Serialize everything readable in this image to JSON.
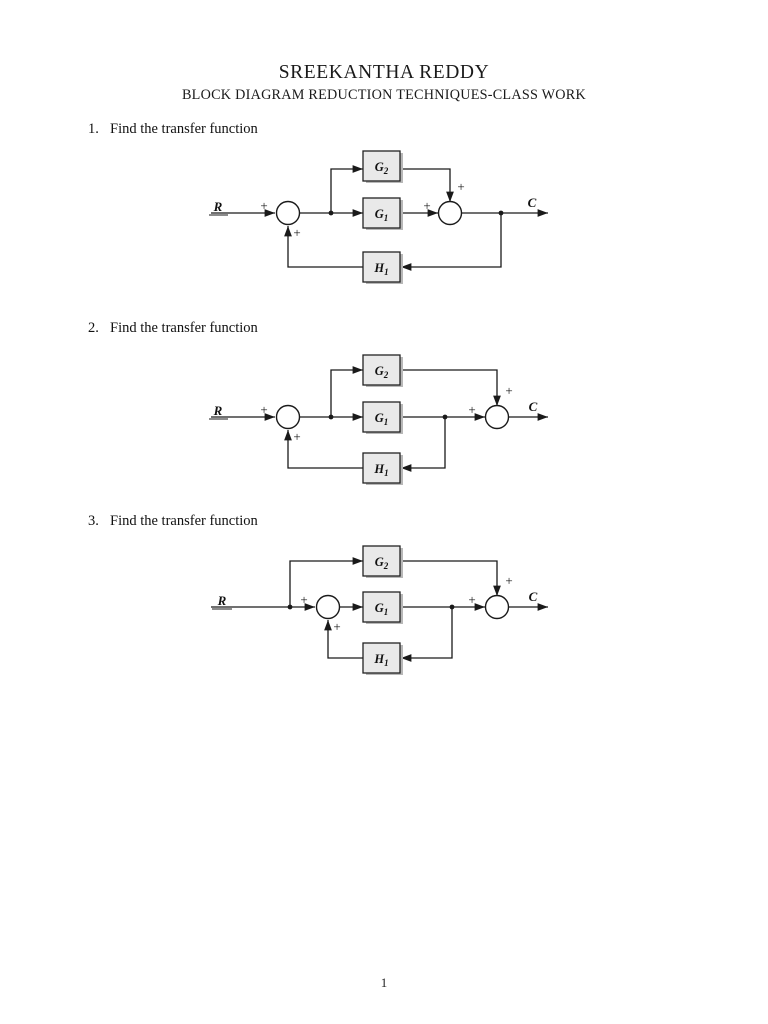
{
  "document": {
    "title": "SREEKANTHA REDDY",
    "subtitle": "BLOCK DIAGRAM REDUCTION TECHNIQUES-CLASS WORK",
    "page_number": "1"
  },
  "colors": {
    "block_fill": "#e9e9e9",
    "block_stroke": "#222222",
    "line": "#1a1a1a",
    "shadow": "#b8b8b8",
    "text": "#111111",
    "paper": "#ffffff"
  },
  "problems": [
    {
      "number": "1.",
      "text": "Find the transfer function",
      "diagram": {
        "input_label": "R",
        "output_label": "C",
        "blocks": [
          {
            "name": "G2",
            "label": "G",
            "sub": "2"
          },
          {
            "name": "G1",
            "label": "G",
            "sub": "1"
          },
          {
            "name": "H1",
            "label": "H",
            "sub": "1"
          }
        ],
        "summing_junctions": [
          {
            "name": "sum-1",
            "signs": [
              "+",
              "+"
            ]
          },
          {
            "name": "sum-2",
            "signs": [
              "+",
              "+"
            ]
          }
        ],
        "feedback_source": "after-second-sum"
      }
    },
    {
      "number": "2.",
      "text": "Find the transfer function",
      "diagram": {
        "input_label": "R",
        "output_label": "C",
        "blocks": [
          {
            "name": "G2",
            "label": "G",
            "sub": "2"
          },
          {
            "name": "G1",
            "label": "G",
            "sub": "1"
          },
          {
            "name": "H1",
            "label": "H",
            "sub": "1"
          }
        ],
        "summing_junctions": [
          {
            "name": "sum-1",
            "signs": [
              "+",
              "+"
            ]
          },
          {
            "name": "sum-2",
            "signs": [
              "+",
              "+"
            ]
          }
        ],
        "feedback_source": "after-g1"
      }
    },
    {
      "number": "3.",
      "text": "Find the transfer function",
      "diagram": {
        "input_label": "R",
        "output_label": "C",
        "blocks": [
          {
            "name": "G2",
            "label": "G",
            "sub": "2"
          },
          {
            "name": "G1",
            "label": "G",
            "sub": "1"
          },
          {
            "name": "H1",
            "label": "H",
            "sub": "1"
          }
        ],
        "summing_junctions": [
          {
            "name": "sum-1",
            "signs": [
              "+",
              "+"
            ]
          },
          {
            "name": "sum-2",
            "signs": [
              "+",
              "+"
            ]
          }
        ],
        "feedback_source": "after-g1",
        "forward_branch_source": "input-R"
      }
    }
  ]
}
